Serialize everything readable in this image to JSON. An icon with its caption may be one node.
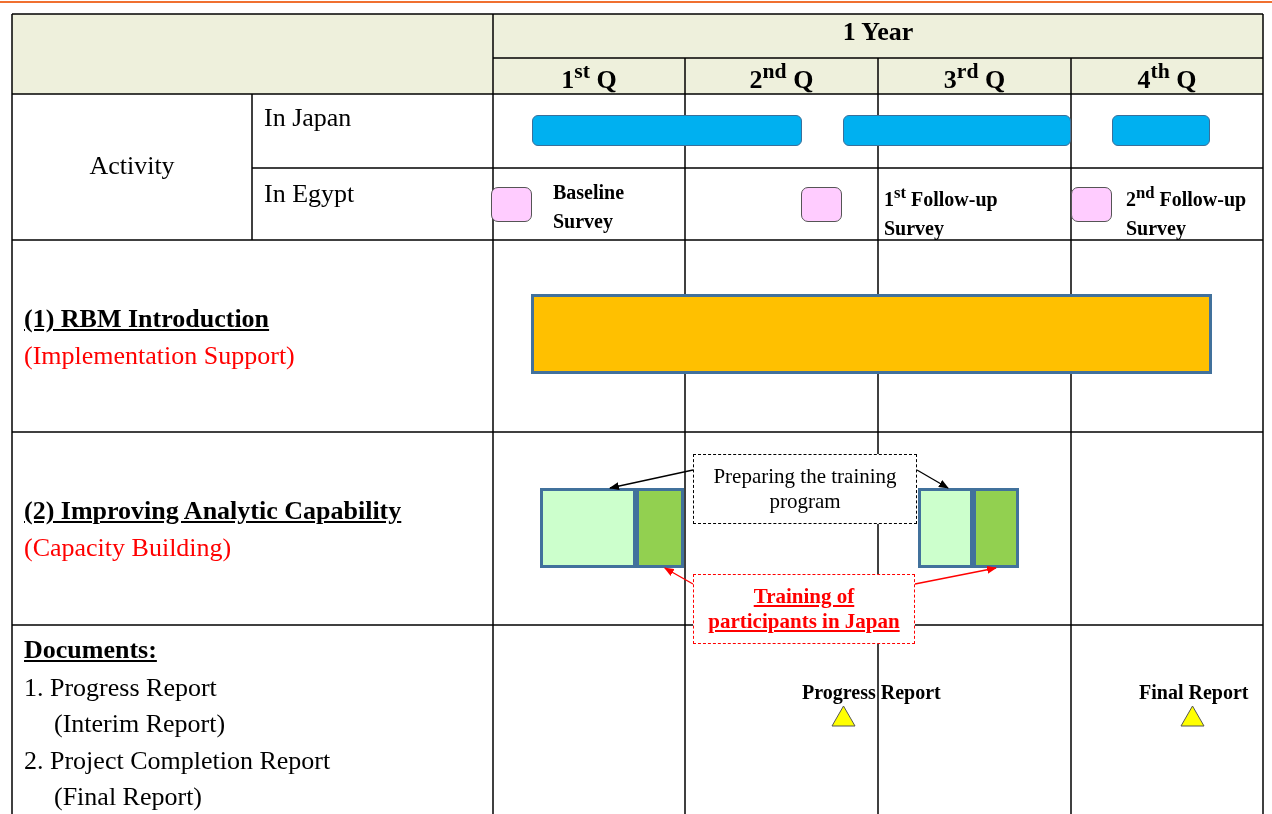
{
  "diagram": {
    "nodes": [
      {
        "text": [],
        "shape": "bar"
      },
      {
        "text": [],
        "shape": "bar"
      },
      {
        "text": [],
        "shape": "bar"
      },
      {
        "text": [],
        "shape": "box",
        "beside": [
          "Baseline Survey"
        ]
      },
      {
        "text": [],
        "shape": "box",
        "beside": [
          "1$^{st}$ Follow-up Survey"
        ]
      },
      {
        "text": [],
        "shape": "box",
        "beside": [
          "2$^{nd}$ Follow-up Survey"
        ]
      },
      {
        "text": [],
        "shape": "bar"
      },
      {
        "text": [
          "Preparing the training program"
        ]
      },
      {
        "text": [],
        "shape": "bar"
      },
      {
        "text": [],
        "shape": "bar"
      },
      {
        "text": [],
        "shape": "bar"
      },
      {
        "text": [],
        "shape": "bar"
      },
      {
        "text": [
          "Training of participants in Japan"
        ]
      },
      {
        "text": [],
        "shape": "triangle",
        "beside": [
          "Progress Report"
        ]
      },
      {
        "text": [],
        "shape": "triangle",
        "beside": [
          "Final Report"
        ]
      }
    ],
    "edges": [
      {
        "from": 7,
        "to": 8,
        "arrow": "to"
      },
      {
        "from": 7,
        "to": 10,
        "arrow": "to"
      },
      {
        "from": 12,
        "to": 9,
        "arrow": "to",
        "color": "#ff0000"
      },
      {
        "from": 12,
        "to": 11,
        "arrow": "to",
        "color": "#ff0000"
      }
    ],
    "labels": [
      "1 Year",
      "1$^{st}$ Q",
      "2$^{nd}$ Q",
      "3$^{rd}$ Q",
      "4$^{th}$ Q",
      "Activity",
      "In Japan",
      "In Egypt",
      "(1) RBM Introduction",
      "(Implementation Support)",
      "(2) Improving Analytic Capability",
      "(Capacity Building)",
      "Documents:",
      "1. Progress Report",
      "(Interim Report)",
      "2. Project Completion Report",
      "(Final Report)"
    ]
  }
}
